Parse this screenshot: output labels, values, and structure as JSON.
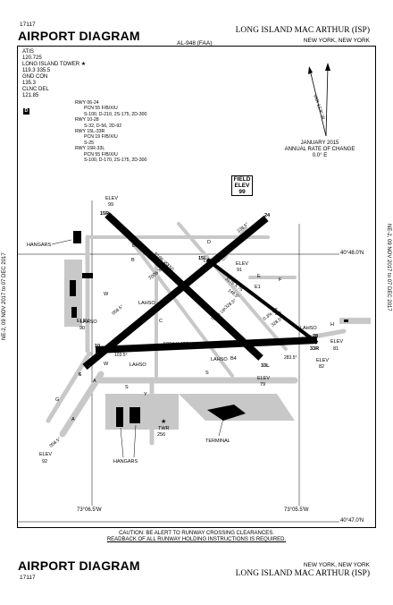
{
  "header": {
    "procedure_number": "17117",
    "title": "AIRPORT DIAGRAM",
    "airport_name": "LONG ISLAND MAC ARTHUR (ISP)",
    "city_state": "NEW YORK, NEW YORK",
    "chart_id": "AL-948 (FAA)"
  },
  "frequencies": [
    "ATIS",
    "120.725",
    "LONG ISLAND TOWER ★",
    "119.3  335.5",
    "GND CON",
    "135.3",
    "CLNC DEL",
    "121.85"
  ],
  "d_badge": "D",
  "runway_info": [
    "RWY 06-24",
    "PCN 55 F/B/X/U",
    "S-100, D-210, 2S-175, 2D-300",
    "RWY 10-28",
    "S-32, D-56, 2D-92",
    "RWY 15L-33R",
    "PCN 19 F/B/X/U",
    "S-25",
    "RWY 15R-33L",
    "PCN 55 F/B/X/U",
    "S-100, D-170, 2S-175, 2D-300"
  ],
  "magnetic": {
    "date_label": "JANUARY 2015",
    "rate_label": "ANNUAL RATE OF CHANGE",
    "rate_value": "0.0° E",
    "var_label": "VAR 12.8° W"
  },
  "field_elev": {
    "line1": "FIELD",
    "line2": "ELEV",
    "value": "99"
  },
  "side_text": {
    "left": "NE-2, 09 NOV 2017  to  07 DEC 2017",
    "right": "NE-2, 09 NOV 2017  to  07 DEC 2017"
  },
  "coords": {
    "lat1": "40°48.0′N",
    "lat2": "40°47.0′N",
    "lon1": "73°06.5′W",
    "lon2": "73°05.5′W"
  },
  "labels": {
    "hangars_w": "HANGARS",
    "hangars_s": "HANGARS",
    "terminal": "TERMINAL",
    "twr": "TWR",
    "twr_val": "256",
    "lahso": "LAHSO",
    "elev": "ELEV",
    "elev_vals": {
      "rwy24": "99",
      "rwy6": "92",
      "rwy10": "90",
      "rwy28": "81",
      "rwy33r": "82",
      "rwy15r": "91",
      "rwy33l": "79"
    },
    "rwy_dims": {
      "rwy06_24": "7006 X 150",
      "rwy10_28": "5034 X 150",
      "rwy15r_33l": "5186 X 150",
      "rwy15l_33r": "3175 X 75"
    },
    "headings": {
      "h058": "058.5°",
      "h238": "238.5°",
      "h148a": "148.5°",
      "h148b": "148.5°",
      "h328a": "328.5°",
      "h328b": "328.5°",
      "h103": "103.5°",
      "h283": "283.5°",
      "h058b": "058.5°"
    },
    "slopes": {
      "s1": "0.4% UP",
      "s2": "0.3% UP"
    },
    "runway_numbers": [
      "6",
      "24",
      "10",
      "28",
      "15R",
      "33L",
      "15L",
      "33R"
    ],
    "taxiways": [
      "A",
      "A",
      "B",
      "C",
      "D",
      "E",
      "F",
      "G",
      "H",
      "S",
      "S",
      "W",
      "W",
      "Y",
      "B1",
      "B3",
      "B4",
      "E1",
      "E2"
    ]
  },
  "caution": {
    "line1": "CAUTION: BE ALERT TO RUNWAY CROSSING CLEARANCES.",
    "line2": "READBACK OF ALL RUNWAY HOLDING INSTRUCTIONS IS REQUIRED."
  },
  "footer": {
    "title": "AIRPORT DIAGRAM",
    "city_state": "NEW YORK, NEW YORK",
    "airport_name": "LONG ISLAND MAC ARTHUR (ISP)",
    "procedure_number": "17117"
  }
}
